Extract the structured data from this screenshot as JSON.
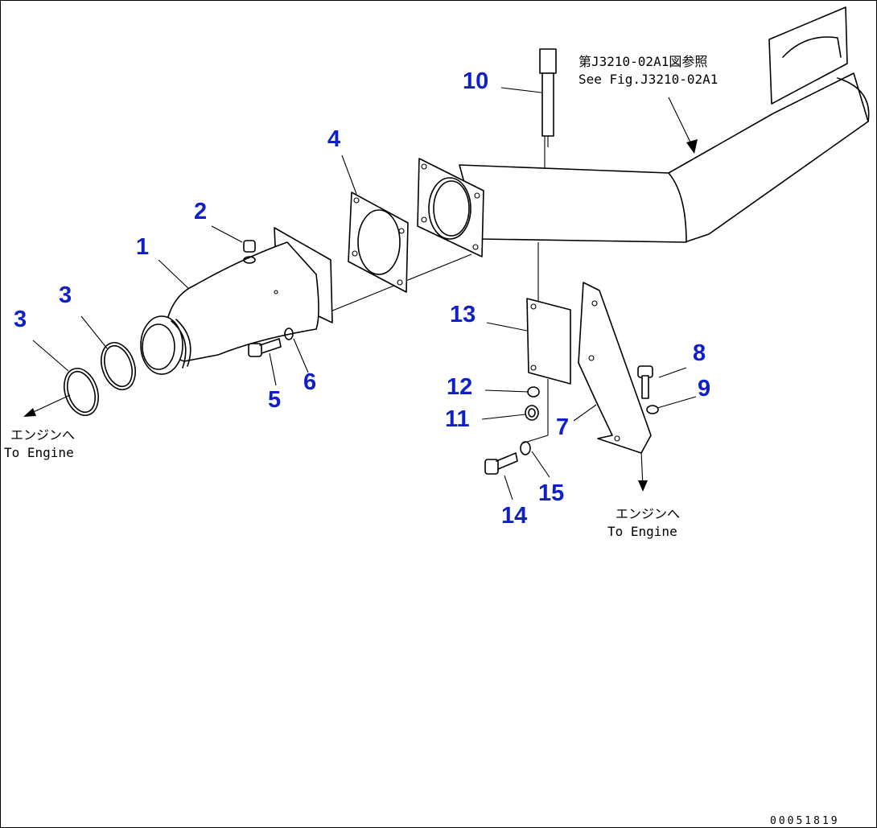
{
  "callouts": {
    "c1": "1",
    "c2": "2",
    "c3a": "3",
    "c3b": "3",
    "c4": "4",
    "c5": "5",
    "c6": "6",
    "c7": "7",
    "c8": "8",
    "c9": "9",
    "c10": "10",
    "c11": "11",
    "c12": "12",
    "c13": "13",
    "c14": "14",
    "c15": "15"
  },
  "notes": {
    "ref_jp": "第J3210-02A1図参照",
    "ref_en": "See Fig.J3210-02A1",
    "engine_left_jp": "エンジンへ",
    "engine_left_en": "To Engine",
    "engine_right_jp": "エンジンへ",
    "engine_right_en": "To Engine"
  },
  "drawing_number": "00051819",
  "colors": {
    "callout": "#1020c8",
    "line": "#000000",
    "background": "#ffffff"
  }
}
